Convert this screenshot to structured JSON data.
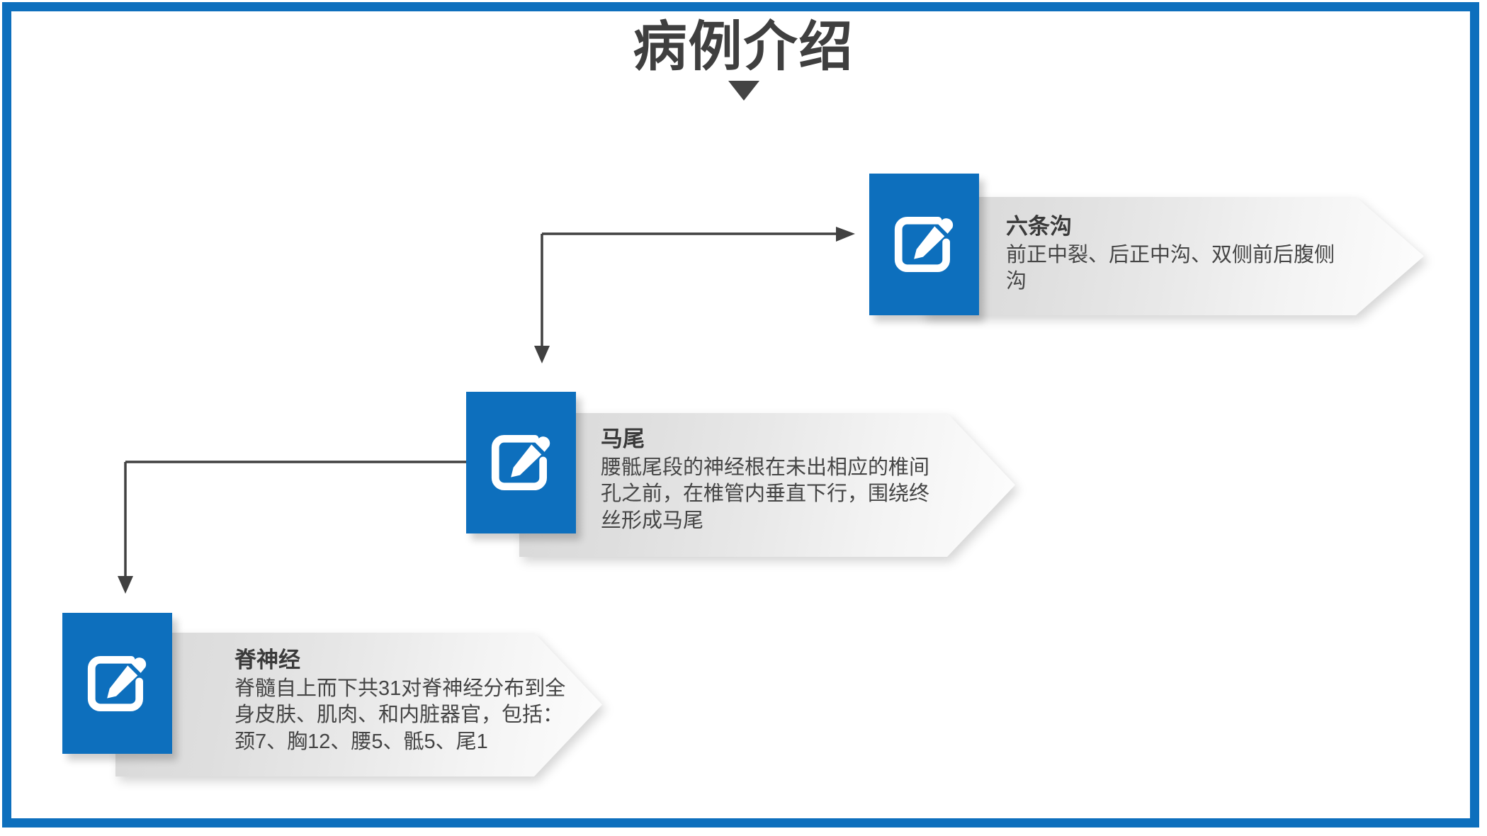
{
  "slide": {
    "title": "病例介绍",
    "caret_icon": "triangle-down-icon",
    "frame_color": "#0d6fbd",
    "accent_color": "#0d6fbd",
    "heading_color": "#3a3a3a",
    "body_color": "#454545",
    "banner_gradient_from": "#d9d9d9",
    "banner_gradient_to": "#fdfdfd",
    "background_color": "#ffffff"
  },
  "cards": [
    {
      "icon": "edit-note-icon",
      "heading": "六条沟",
      "body": "前正中裂、后正中沟、双侧前后腹侧沟"
    },
    {
      "icon": "edit-note-icon",
      "heading": "马尾",
      "body": "腰骶尾段的神经根在未出相应的椎间孔之前，在椎管内垂直下行，围绕终丝形成马尾"
    },
    {
      "icon": "edit-note-icon",
      "heading": "脊神经",
      "body": "脊髓自上而下共31对脊神经分布到全身皮肤、肌肉、和内脏器官，包括：颈7、胸12、腰5、骶5、尾1"
    }
  ],
  "connectors": [
    {
      "name": "connector-top",
      "arrow_right_icon": "arrow-right-icon",
      "arrow_down_icon": "arrow-down-icon"
    },
    {
      "name": "connector-bottom",
      "arrow_right_icon": "arrow-right-icon",
      "arrow_down_icon": "arrow-down-icon"
    }
  ]
}
